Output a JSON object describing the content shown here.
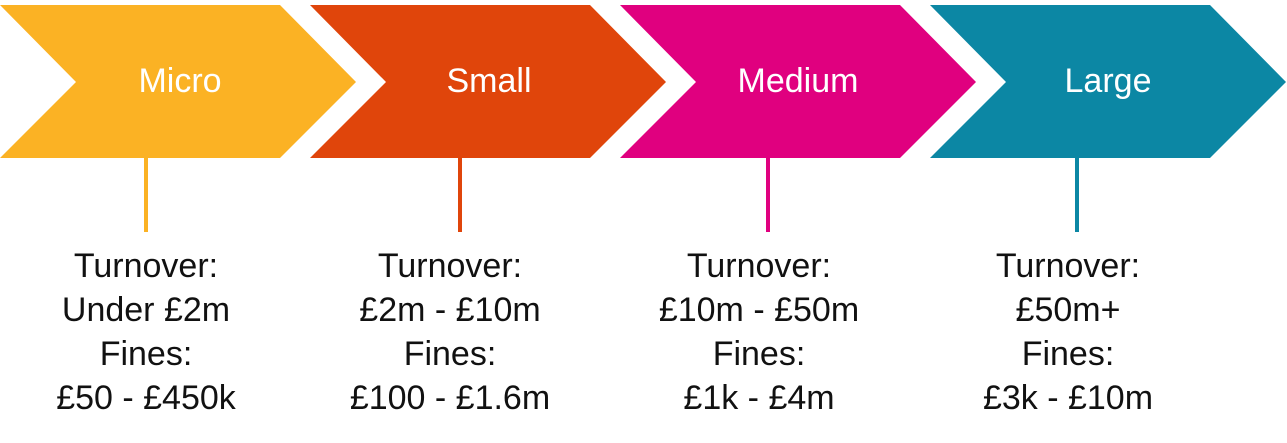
{
  "stages": [
    {
      "name": "Micro",
      "color": "#FBB224",
      "turnover_label": "Turnover:",
      "turnover_value": "Under £2m",
      "fines_label": "Fines:",
      "fines_value": "£50 - £450k"
    },
    {
      "name": "Small",
      "color": "#E0450B",
      "turnover_label": "Turnover:",
      "turnover_value": "£2m - £10m",
      "fines_label": "Fines:",
      "fines_value": "£100 - £1.6m"
    },
    {
      "name": "Medium",
      "color": "#E0007F",
      "turnover_label": "Turnover:",
      "turnover_value": "£10m - £50m",
      "fines_label": "Fines:",
      "fines_value": "£1k - £4m"
    },
    {
      "name": "Large",
      "color": "#0C87A4",
      "turnover_label": "Turnover:",
      "turnover_value": "£50m+",
      "fines_label": "Fines:",
      "fines_value": "£3k - £10m"
    }
  ]
}
